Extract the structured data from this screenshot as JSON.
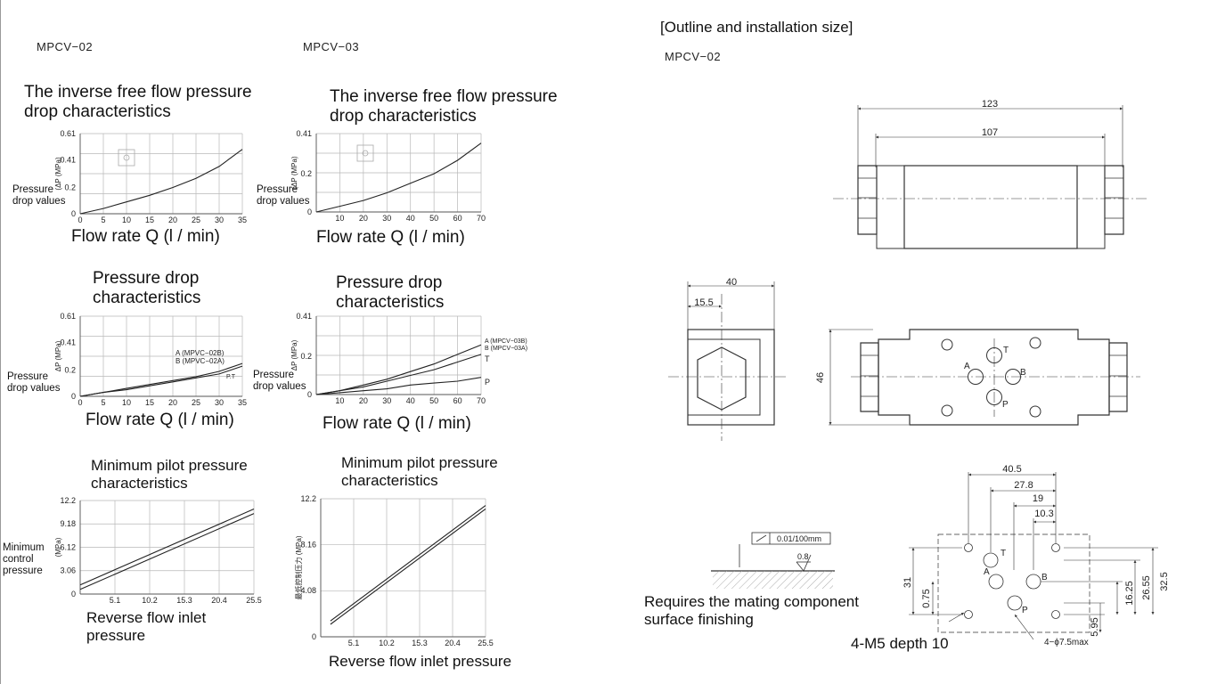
{
  "left": {
    "mpcv02": {
      "model": "MPCV−02"
    },
    "mpcv03": {
      "model": "MPCV−03"
    },
    "graphs": [
      {
        "id": "g02a",
        "title": "The inverse free flow pressure drop characteristics",
        "side_label": "Pressure drop values",
        "xlabel": "Flow rate Q (l / min)",
        "ylabel": "(ΔP (MPa)",
        "xticks": [
          "0",
          "5",
          "10",
          "15",
          "20",
          "25",
          "30",
          "35"
        ],
        "yticks": [
          "0",
          "0.2",
          "0.41",
          "0.61"
        ]
      },
      {
        "id": "g03a",
        "title": "The inverse free flow pressure drop characteristics",
        "side_label": "Pressure drop values",
        "xlabel": "Flow rate Q (l / min)",
        "ylabel": "(ΔP (MPa)",
        "xticks": [
          "10",
          "20",
          "30",
          "40",
          "50",
          "60",
          "70"
        ],
        "yticks": [
          "0",
          "0.2",
          "0.41"
        ]
      },
      {
        "id": "g02b",
        "title": "Pressure drop characteristics",
        "side_label": "Pressure drop values",
        "xlabel": "Flow rate Q (l / min)",
        "ylabel": "ΔP (MPa)",
        "xticks": [
          "0",
          "5",
          "10",
          "15",
          "20",
          "25",
          "30",
          "35"
        ],
        "yticks": [
          "0",
          "0.2",
          "0.41",
          "0.61"
        ],
        "curve_labels": [
          "A (MPVC−02B)",
          "B (MPVC−02A)",
          "P.T"
        ]
      },
      {
        "id": "g03b",
        "title": "Pressure drop characteristics",
        "side_label": "Pressure drop values",
        "xlabel": "Flow rate Q (l / min)",
        "ylabel": "ΔP (MPa)",
        "xticks": [
          "10",
          "20",
          "30",
          "40",
          "50",
          "60",
          "70"
        ],
        "yticks": [
          "0",
          "0.2",
          "0.41"
        ],
        "curve_labels": [
          "A (MPCV−03B)",
          "B (MPCV−03A)",
          "T",
          "P"
        ]
      },
      {
        "id": "g02c",
        "title": "Minimum pilot pressure characteristics",
        "side_label": "Minimum control pressure",
        "xlabel": "Reverse flow inlet pressure",
        "ylabel": "(MPa)",
        "xticks": [
          "5.1",
          "10.2",
          "15.3",
          "20.4",
          "25.5"
        ],
        "yticks": [
          "0",
          "3.06",
          "6.12",
          "9.18",
          "12.2"
        ]
      },
      {
        "id": "g03c",
        "title": "Minimum pilot pressure characteristics",
        "xlabel": "Reverse flow inlet pressure",
        "ylabel": "最低控制压力 (MPa)",
        "xticks": [
          "5.1",
          "10.2",
          "15.3",
          "20.4",
          "25.5"
        ],
        "yticks": [
          "0",
          "4.08",
          "8.16",
          "12.2"
        ]
      }
    ]
  },
  "chart_data": [
    {
      "type": "line",
      "title": "The inverse free flow pressure drop characteristics",
      "model": "MPCV−02",
      "xlabel": "Flow rate Q (l / min)",
      "ylabel": "ΔP (MPa)",
      "xlim": [
        0,
        35
      ],
      "ylim": [
        0,
        0.61
      ],
      "series": [
        {
          "x": [
            0,
            5,
            10,
            15,
            20,
            25,
            30,
            35
          ],
          "y": [
            0,
            0.04,
            0.09,
            0.14,
            0.2,
            0.27,
            0.36,
            0.49
          ]
        }
      ]
    },
    {
      "type": "line",
      "title": "The inverse free flow pressure drop characteristics",
      "model": "MPCV−03",
      "xlabel": "Flow rate Q (l / min)",
      "ylabel": "ΔP (MPa)",
      "xlim": [
        0,
        70
      ],
      "ylim": [
        0,
        0.41
      ],
      "series": [
        {
          "x": [
            0,
            10,
            20,
            30,
            40,
            50,
            60,
            70
          ],
          "y": [
            0,
            0.03,
            0.06,
            0.1,
            0.15,
            0.2,
            0.27,
            0.36
          ]
        }
      ]
    },
    {
      "type": "line",
      "title": "Pressure drop characteristics",
      "model": "MPCV−02",
      "xlabel": "Flow rate Q (l / min)",
      "ylabel": "ΔP (MPa)",
      "xlim": [
        0,
        35
      ],
      "ylim": [
        0,
        0.61
      ],
      "series": [
        {
          "name": "A (MPVC−02B)",
          "x": [
            0,
            5,
            10,
            15,
            20,
            25,
            30,
            35
          ],
          "y": [
            0,
            0.03,
            0.06,
            0.09,
            0.12,
            0.15,
            0.19,
            0.25
          ]
        },
        {
          "name": "B (MPVC−02A)",
          "x": [
            0,
            5,
            10,
            15,
            20,
            25,
            30,
            35
          ],
          "y": [
            0,
            0.03,
            0.05,
            0.08,
            0.11,
            0.14,
            0.17,
            0.23
          ]
        }
      ]
    },
    {
      "type": "line",
      "title": "Pressure drop characteristics",
      "model": "MPCV−03",
      "xlabel": "Flow rate Q (l / min)",
      "ylabel": "ΔP (MPa)",
      "xlim": [
        0,
        70
      ],
      "ylim": [
        0,
        0.41
      ],
      "series": [
        {
          "name": "A (MPCV−03B)",
          "x": [
            0,
            10,
            20,
            30,
            40,
            50,
            60,
            70
          ],
          "y": [
            0,
            0.02,
            0.05,
            0.08,
            0.12,
            0.16,
            0.21,
            0.26
          ]
        },
        {
          "name": "T",
          "x": [
            0,
            10,
            20,
            30,
            40,
            50,
            60,
            70
          ],
          "y": [
            0,
            0.02,
            0.04,
            0.07,
            0.1,
            0.13,
            0.17,
            0.21
          ]
        },
        {
          "name": "P",
          "x": [
            0,
            10,
            20,
            30,
            40,
            50,
            60,
            70
          ],
          "y": [
            0,
            0.01,
            0.02,
            0.03,
            0.05,
            0.06,
            0.07,
            0.09
          ]
        }
      ]
    },
    {
      "type": "line",
      "title": "Minimum pilot pressure characteristics",
      "model": "MPCV−02",
      "xlabel": "Reverse flow inlet pressure",
      "ylabel": "(MPa)",
      "xlim": [
        0,
        25.5
      ],
      "ylim": [
        0,
        12.2
      ],
      "series": [
        {
          "x": [
            0,
            25.5
          ],
          "y": [
            1.2,
            11.1
          ]
        },
        {
          "x": [
            0,
            25.5
          ],
          "y": [
            0.6,
            10.5
          ]
        }
      ]
    },
    {
      "type": "line",
      "title": "Minimum pilot pressure characteristics",
      "model": "MPCV−03",
      "xlabel": "Reverse flow inlet pressure",
      "ylabel": "最低控制压力 (MPa)",
      "xlim": [
        0,
        25.5
      ],
      "ylim": [
        0,
        12.2
      ],
      "series": [
        {
          "x": [
            1.5,
            25.5
          ],
          "y": [
            1.4,
            11.6
          ]
        },
        {
          "x": [
            1.5,
            25.5
          ],
          "y": [
            1.1,
            11.3
          ]
        }
      ]
    }
  ],
  "right": {
    "heading": "[Outline and installation size]",
    "model": "MPCV−02",
    "dims": {
      "overall": "123",
      "body": "107",
      "side_width": "40",
      "side_offset": "15.5",
      "height": "46",
      "w40_5": "40.5",
      "w27_8": "27.8",
      "w19": "19",
      "w10_3": "10.3",
      "h31": "31",
      "h0_75": "0.75",
      "h16_25": "16.25",
      "h26_55": "26.55",
      "h32_5": "32.5",
      "h5_95": "5.95",
      "flatness": "0.01/100mm",
      "roughness": "0.8"
    },
    "ports": {
      "a": "A",
      "b": "B",
      "t": "T",
      "p": "P"
    },
    "hole_note": "4−ϕ7.5max",
    "surface_note": "Requires the mating component surface finishing",
    "mount_note": "4-M5 depth 10"
  }
}
